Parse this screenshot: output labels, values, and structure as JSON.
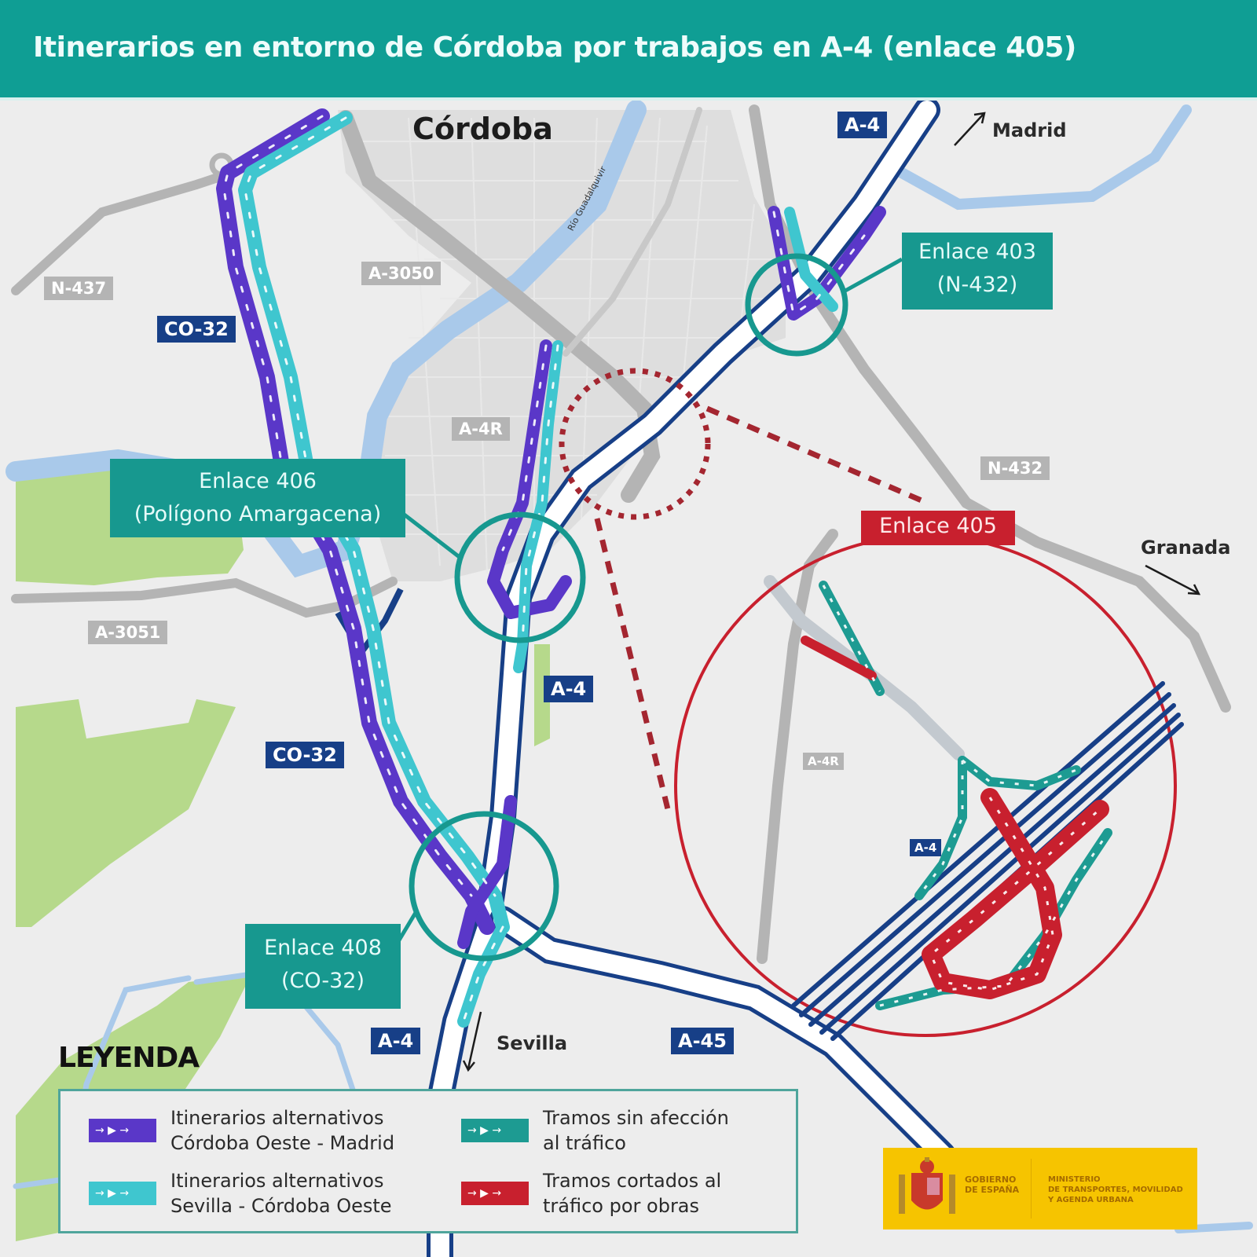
{
  "header": {
    "title": "Itinerarios en entorno de Córdoba por trabajos en A-4 (enlace 405)",
    "background_color": "#0f9e94"
  },
  "map": {
    "city_label": "Córdoba",
    "river_label": "Río Guadalquivir",
    "road_labels": {
      "n437": "N-437",
      "a3050": "A-3050",
      "a4r": "A-4R",
      "a3051": "A-3051",
      "n432": "N-432",
      "co32_north": "CO-32",
      "co32_south": "CO-32",
      "a4_north": "A-4",
      "a4_middle": "A-4",
      "a4_south": "A-4",
      "a45": "A-45",
      "inset_a4r": "A-4R",
      "inset_a4": "A-4"
    },
    "destinations": {
      "madrid": "Madrid",
      "granada": "Granada",
      "sevilla": "Sevilla"
    },
    "junctions": [
      {
        "id": "enlace-403",
        "line1": "Enlace 403",
        "line2": "(N-432)"
      },
      {
        "id": "enlace-406",
        "line1": "Enlace 406",
        "line2": "(Polígono Amargacena)"
      },
      {
        "id": "enlace-408",
        "line1": "Enlace 408",
        "line2": "(CO-32)"
      },
      {
        "id": "enlace-405",
        "line1": "Enlace 405",
        "status": "closed-works-detail"
      }
    ]
  },
  "legend": {
    "title": "LEYENDA",
    "items": [
      {
        "name": "purple",
        "line1": "Itinerarios alternativos",
        "line2": "Córdoba Oeste - Madrid",
        "color": "#5a37c8"
      },
      {
        "name": "cyan",
        "line1": "Itinerarios alternativos",
        "line2": "Sevilla - Córdoba Oeste",
        "color": "#3fc6cf"
      },
      {
        "name": "teal",
        "line1": "Tramos sin afección",
        "line2": "al tráfico",
        "color": "#1d9b92"
      },
      {
        "name": "red",
        "line1": "Tramos cortados al",
        "line2": "tráfico por obras",
        "color": "#c8202e"
      }
    ],
    "arrow_glyph": "→ ▶ →"
  },
  "footer_logo": {
    "line1a": "GOBIERNO",
    "line1b": "DE ESPAÑA",
    "line2a": "MINISTERIO",
    "line2b": "DE TRANSPORTES, MOVILIDAD",
    "line2c": "Y AGENDA URBANA",
    "background_color": "#f6c400"
  },
  "colors": {
    "a4_road": "#173f87",
    "secondary_road": "#b4b4b4",
    "river": "#a9c9ea",
    "urban": "#dcdcdc",
    "green_area": "#b6d98b",
    "callout": "#17988f",
    "closed": "#c8202e"
  }
}
